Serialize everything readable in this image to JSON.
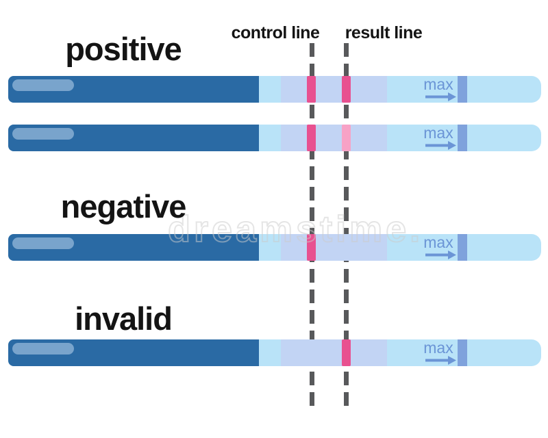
{
  "colors": {
    "background": "#ffffff",
    "text": "#141414",
    "strip_body": "#b9e3f8",
    "strip_handle": "#2a6aa4",
    "handle_highlight": "#79a4cc",
    "test_window": "#c2d4f4",
    "line_strong": "#e85190",
    "line_faint": "#f7a2c6",
    "max_accent": "#6b95d6",
    "end_band": "#7fa2dc",
    "dash": "#58595b",
    "watermark": "#cccccc"
  },
  "legend": {
    "control_label": "control line",
    "result_label": "result line"
  },
  "sections": [
    {
      "label": "positive"
    },
    {
      "label": "negative"
    },
    {
      "label": "invalid"
    }
  ],
  "strips": [
    {
      "section": "positive",
      "control_line": "strong",
      "result_line": "strong",
      "max_label": "max"
    },
    {
      "section": "positive",
      "control_line": "strong",
      "result_line": "faint",
      "max_label": "max"
    },
    {
      "section": "negative",
      "control_line": "strong",
      "result_line": "none",
      "max_label": "max"
    },
    {
      "section": "invalid",
      "control_line": "none",
      "result_line": "strong",
      "max_label": "max"
    }
  ],
  "watermark_text": "dreamstime."
}
